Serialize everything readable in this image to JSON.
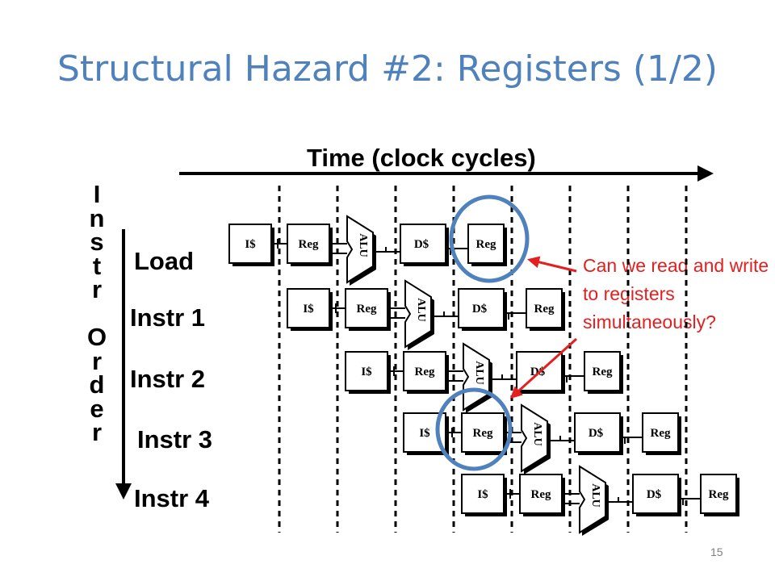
{
  "slide": {
    "title": "Structural Hazard #2: Registers (1/2)",
    "time_axis_label": "Time (clock cycles)",
    "order_axis_letters": [
      "I",
      "n",
      "s",
      "t",
      "r",
      "",
      "O",
      "r",
      "d",
      "e",
      "r"
    ],
    "instructions": [
      "Load",
      "Instr 1",
      "Instr 2",
      "Instr 3",
      "Instr 4"
    ],
    "stage_labels": {
      "icache": "I$",
      "reg": "Reg",
      "alu": "ALU",
      "dcache": "D$"
    },
    "question": "Can we read and write to registers simultaneously?",
    "page_number": "15",
    "colors": {
      "title": "#4f81bd",
      "question": "#e41f1f",
      "circle": "#4f81bd"
    }
  }
}
